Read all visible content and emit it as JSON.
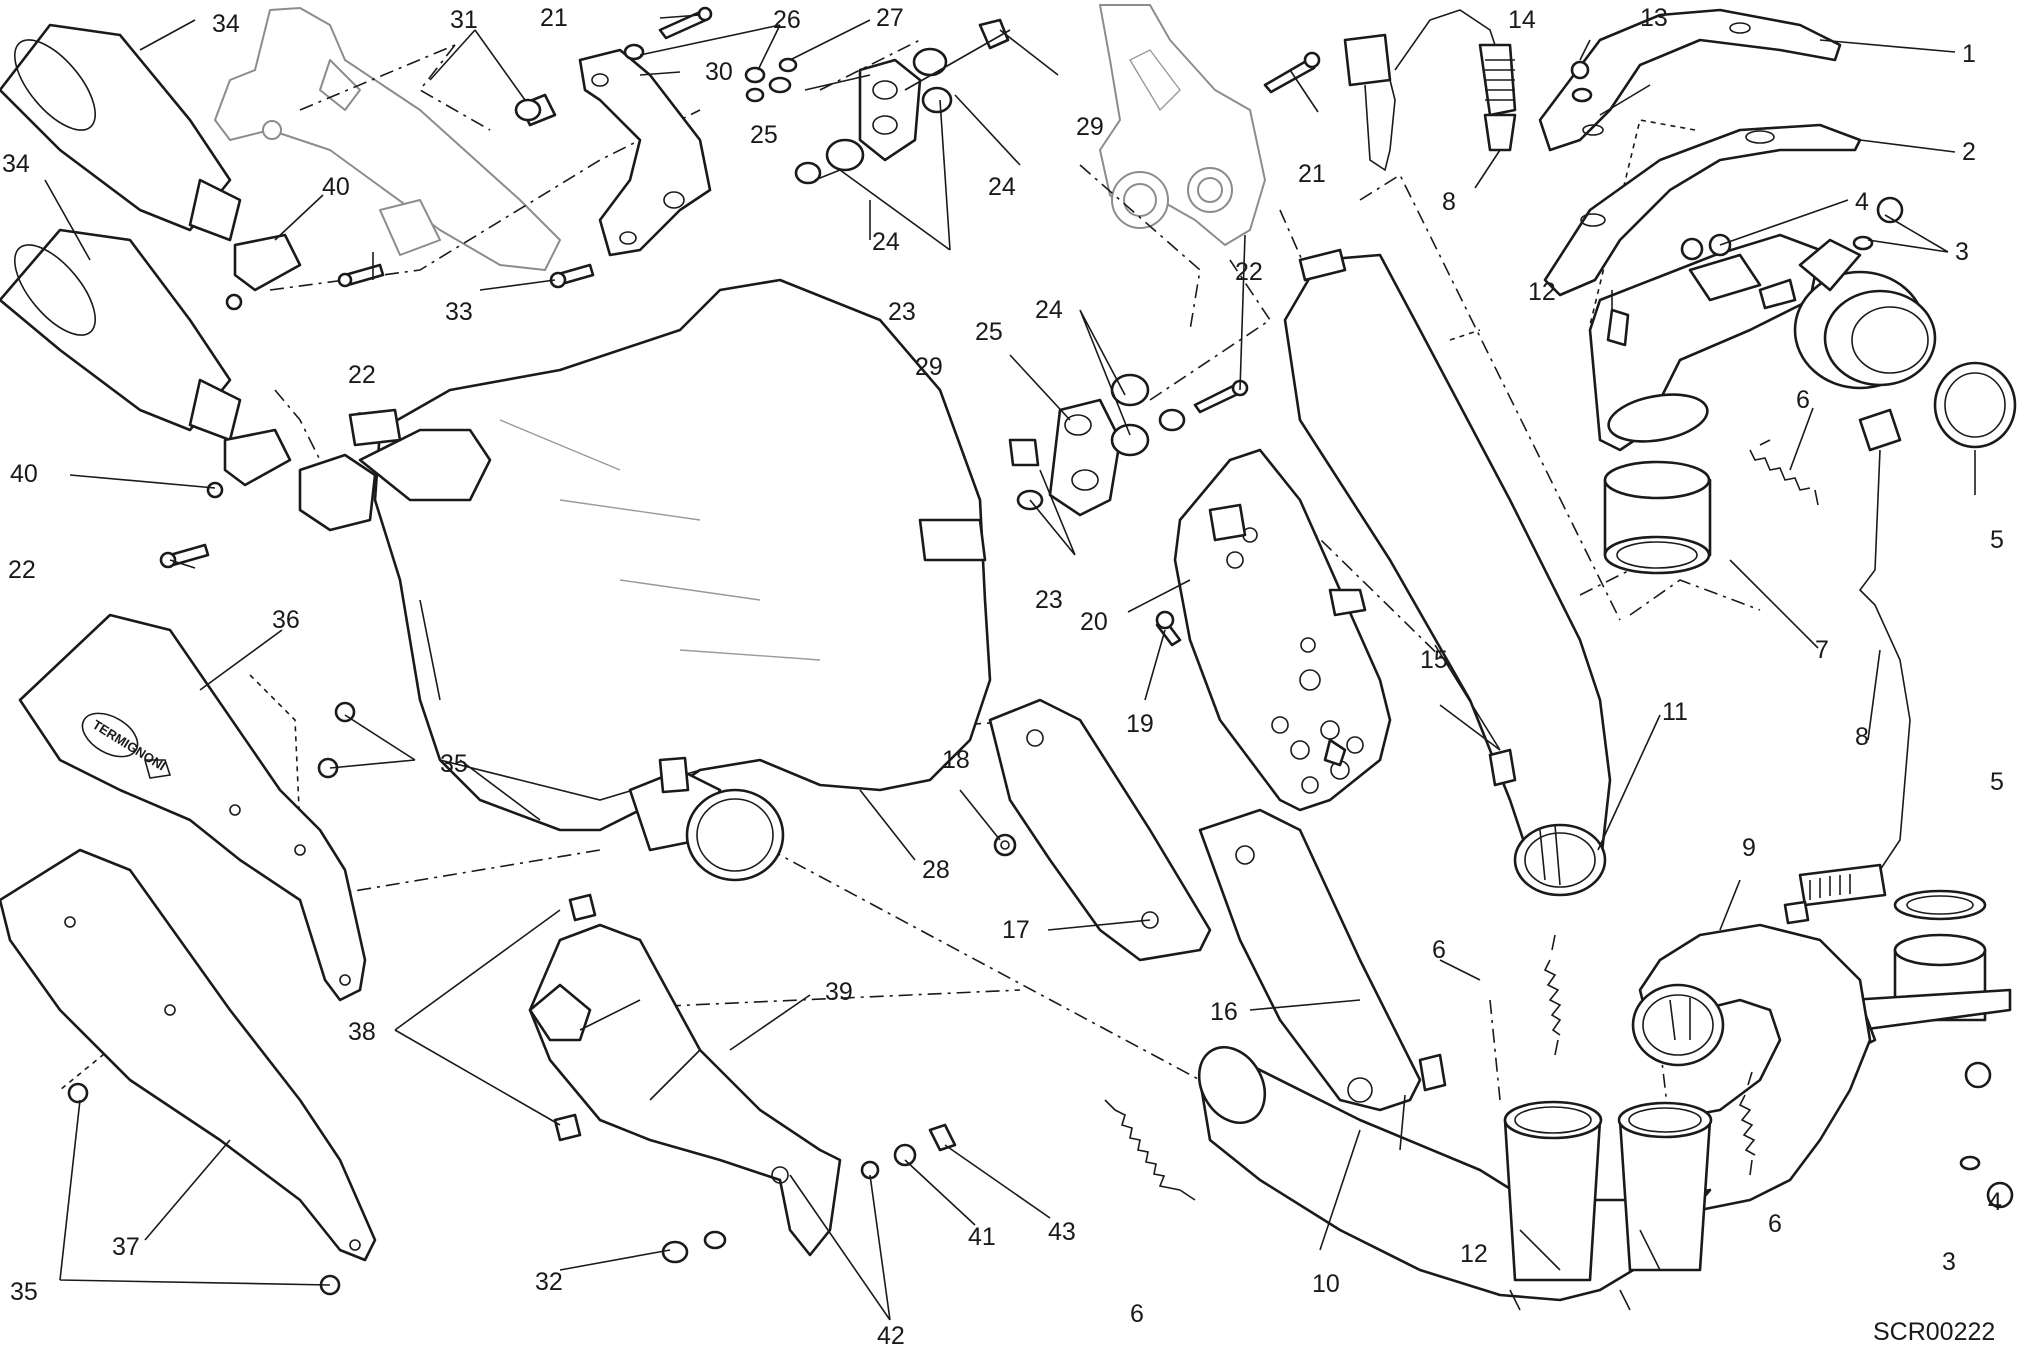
{
  "diagram": {
    "code": "SCR00222",
    "logo_text": "TERMIGNONI",
    "callouts": [
      {
        "n": "1"
      },
      {
        "n": "2"
      },
      {
        "n": "3"
      },
      {
        "n": "3"
      },
      {
        "n": "4"
      },
      {
        "n": "4"
      },
      {
        "n": "5"
      },
      {
        "n": "5"
      },
      {
        "n": "6"
      },
      {
        "n": "6"
      },
      {
        "n": "6"
      },
      {
        "n": "6"
      },
      {
        "n": "7"
      },
      {
        "n": "8"
      },
      {
        "n": "8"
      },
      {
        "n": "9"
      },
      {
        "n": "10"
      },
      {
        "n": "11"
      },
      {
        "n": "12"
      },
      {
        "n": "12"
      },
      {
        "n": "13"
      },
      {
        "n": "14"
      },
      {
        "n": "15"
      },
      {
        "n": "16"
      },
      {
        "n": "17"
      },
      {
        "n": "18"
      },
      {
        "n": "19"
      },
      {
        "n": "20"
      },
      {
        "n": "21"
      },
      {
        "n": "21"
      },
      {
        "n": "22"
      },
      {
        "n": "22"
      },
      {
        "n": "22"
      },
      {
        "n": "23"
      },
      {
        "n": "23"
      },
      {
        "n": "24"
      },
      {
        "n": "24"
      },
      {
        "n": "24"
      },
      {
        "n": "25"
      },
      {
        "n": "25"
      },
      {
        "n": "26"
      },
      {
        "n": "27"
      },
      {
        "n": "28"
      },
      {
        "n": "29"
      },
      {
        "n": "29"
      },
      {
        "n": "30"
      },
      {
        "n": "31"
      },
      {
        "n": "32"
      },
      {
        "n": "33"
      },
      {
        "n": "34"
      },
      {
        "n": "34"
      },
      {
        "n": "35"
      },
      {
        "n": "35"
      },
      {
        "n": "36"
      },
      {
        "n": "37"
      },
      {
        "n": "38"
      },
      {
        "n": "39"
      },
      {
        "n": "40"
      },
      {
        "n": "40"
      },
      {
        "n": "41"
      },
      {
        "n": "42"
      },
      {
        "n": "43"
      }
    ]
  }
}
